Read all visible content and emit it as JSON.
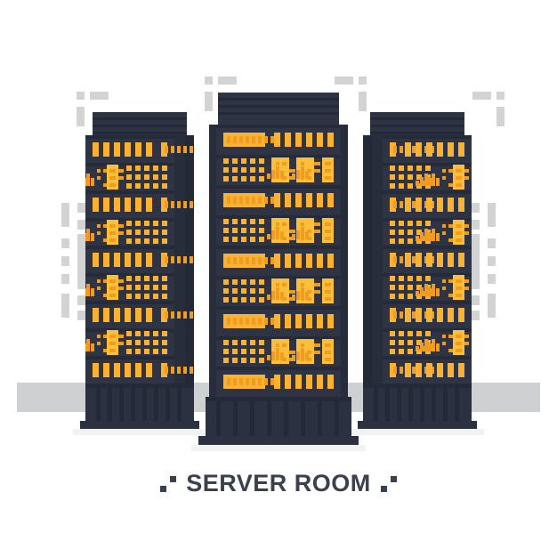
{
  "illustration": {
    "subject": "server-room",
    "style": "flat-vector",
    "background_color": "#ffffff"
  },
  "title": {
    "text": "SERVER ROOM",
    "color": "#39404f",
    "left_decoration": "square-dots",
    "right_decoration": "square-dots"
  },
  "palette": {
    "rack_body": "#2e3443",
    "rack_body_shade": "#272d3b",
    "rack_body_shade_dark": "#232936",
    "rack_separator": "#252b38",
    "led_amber": "#f9b233",
    "led_amber_dark": "#f5a623",
    "panel_amber": "#fbbf3c",
    "panel_row": "#f19c1f",
    "floor_gray": "#cfd0d2",
    "decoration_gray": "#d2d3d5",
    "plinth_shadow": "#f1f2f3",
    "title_slate": "#39404f"
  },
  "racks": [
    {
      "name": "left-rack",
      "position": "left",
      "mirrored": true,
      "unit_count": 9,
      "cap_lines": 3,
      "base_vent_slats": 8
    },
    {
      "name": "center-rack",
      "position": "center",
      "mirrored": false,
      "unit_count": 9,
      "cap_lines": 3,
      "base_vent_slats": 8,
      "foreground": true
    },
    {
      "name": "right-rack",
      "position": "right",
      "mirrored": false,
      "unit_count": 9,
      "cap_lines": 3,
      "base_vent_slats": 8
    }
  ],
  "unit_types": {
    "type_a": {
      "name": "led-strip-unit",
      "description": "long horizontal bar with eight small lights plus six vertical indicator bars",
      "strip_lights": 8,
      "vertical_bars": 6
    },
    "type_b": {
      "name": "panel-grid-unit",
      "description": "five by three led grid with two data panels and one narrow panel",
      "grid_columns": 5,
      "grid_rows": 3,
      "data_panels": 2,
      "narrow_panels": 1
    }
  },
  "decorations": {
    "top_left_marks": 4,
    "top_right_marks": 4,
    "side_left_marks": 8,
    "side_right_marks": 8
  }
}
